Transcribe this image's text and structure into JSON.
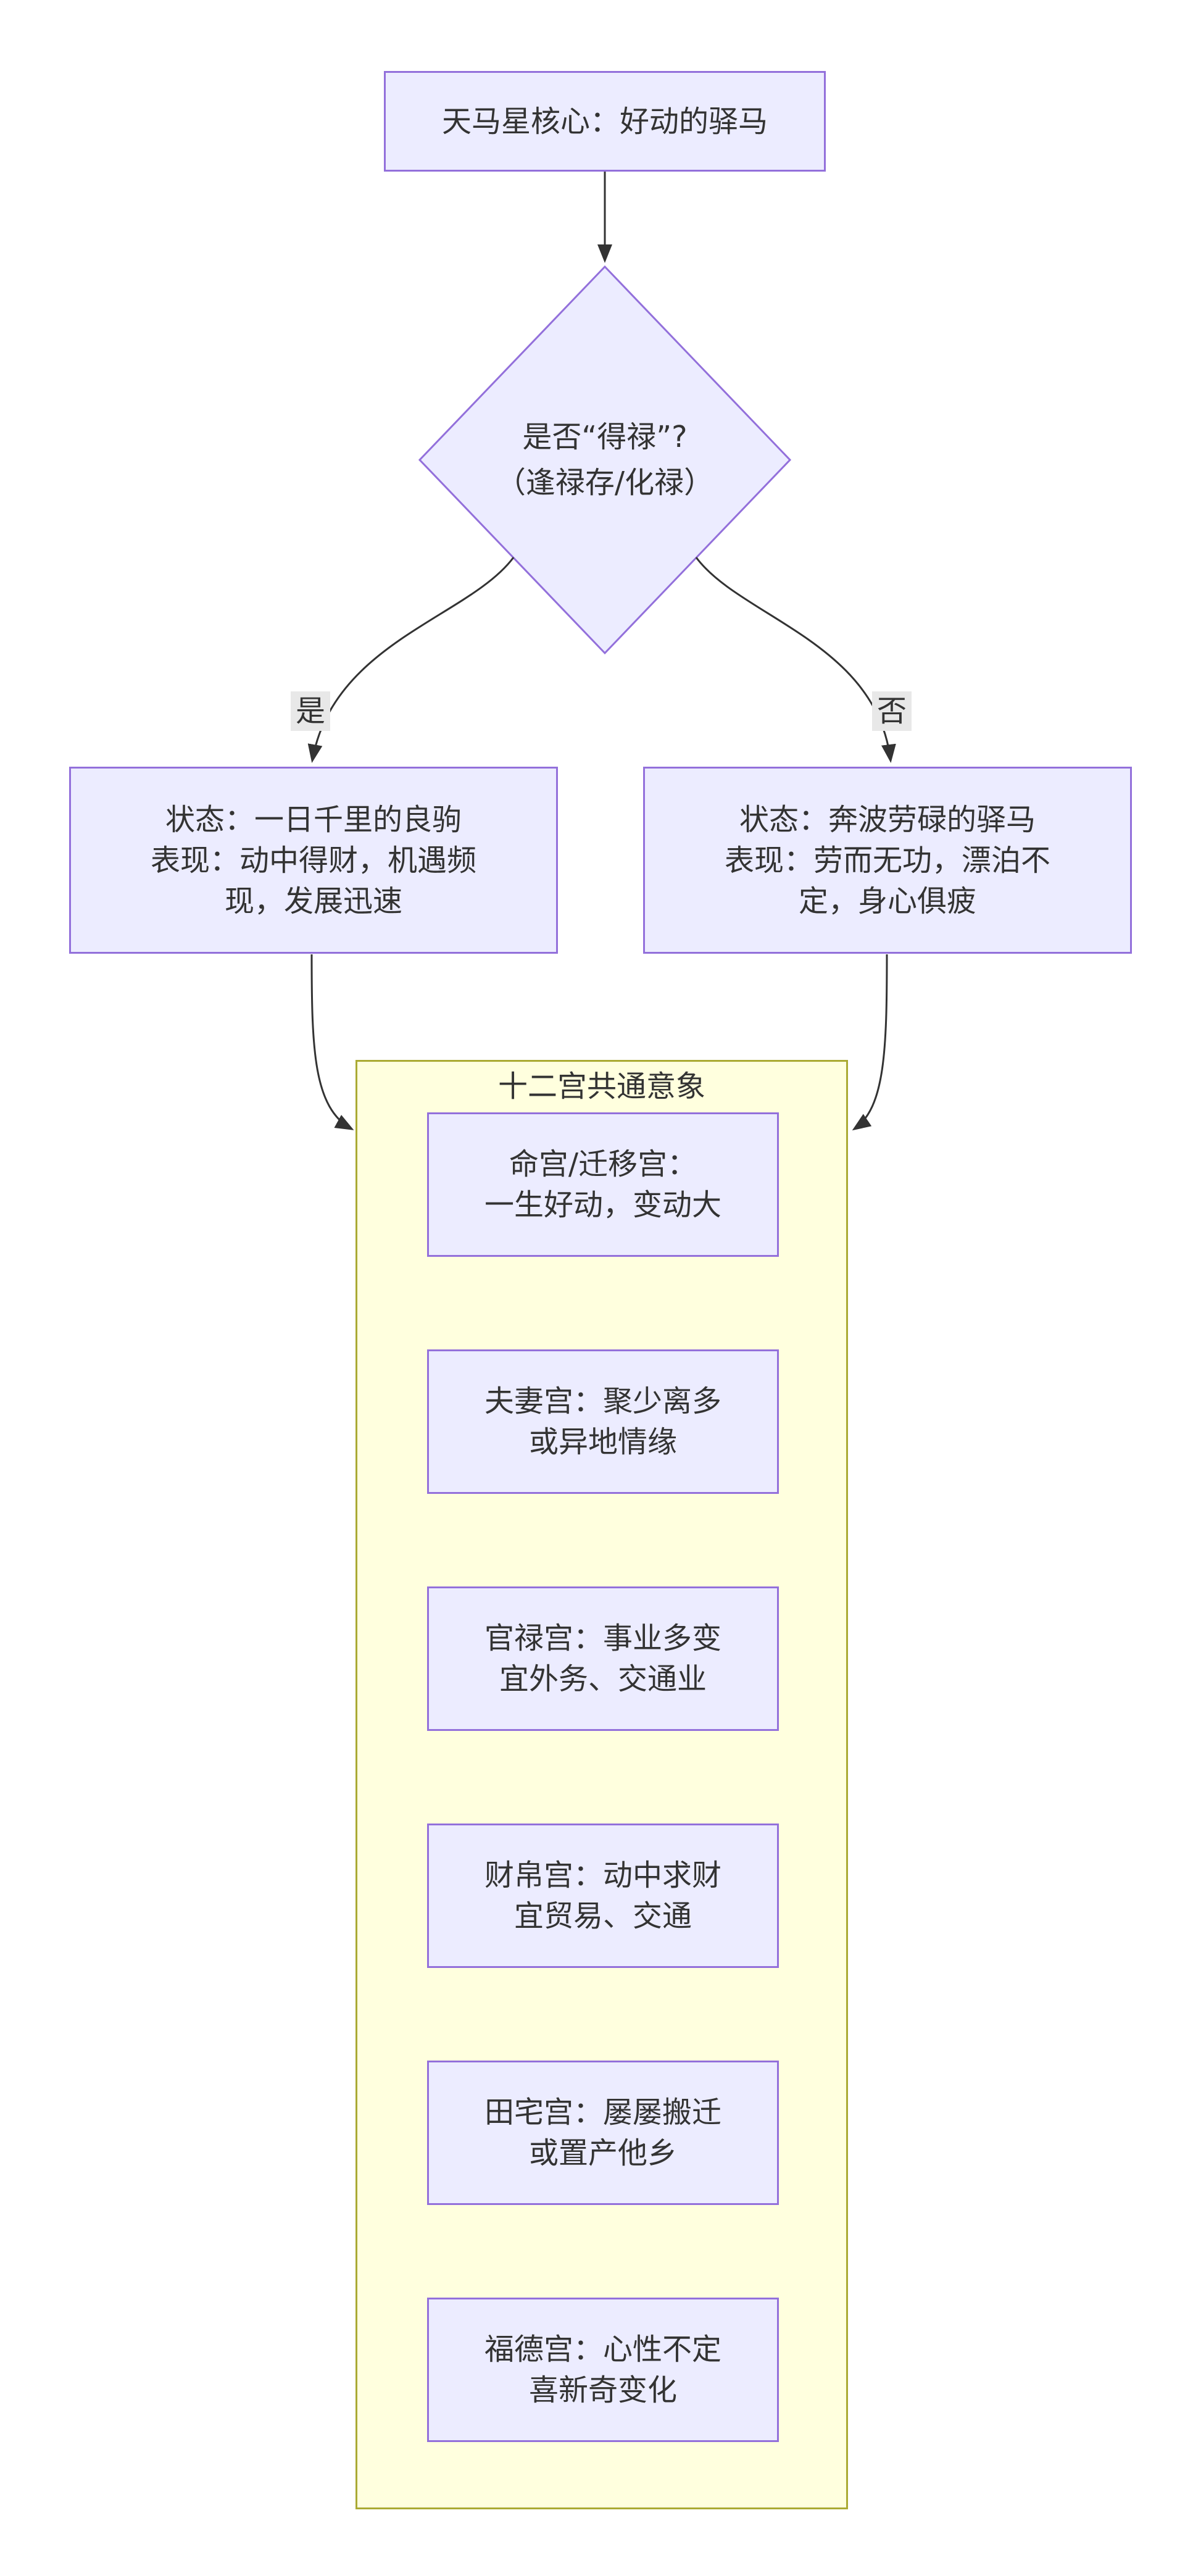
{
  "diagram": {
    "root": {
      "label": "天马星核心：好动的驿马"
    },
    "decision": {
      "line1": "是否“得禄”?",
      "line2": "（逢禄存/化禄）"
    },
    "edges": {
      "yes_label": "是",
      "no_label": "否"
    },
    "yes_box": {
      "line1": "状态：一日千里的良驹",
      "line2": "表现：动中得财，机遇频",
      "line3": "现，发展迅速"
    },
    "no_box": {
      "line1": "状态：奔波劳碌的驿马",
      "line2": "表现：劳而无功，漂泊不",
      "line3": "定，身心俱疲"
    },
    "subgraph": {
      "title": "十二宫共通意象",
      "palaces": [
        {
          "line1": "命宫/迁移宫：",
          "line2": "一生好动，变动大"
        },
        {
          "line1": "夫妻宫：聚少离多",
          "line2": "或异地情缘"
        },
        {
          "line1": "官禄宫：事业多变",
          "line2": "宜外务、交通业"
        },
        {
          "line1": "财帛宫：动中求财",
          "line2": "宜贸易、交通"
        },
        {
          "line1": "田宅宫：屡屡搬迁",
          "line2": "或置产他乡"
        },
        {
          "line1": "福德宫：心性不定",
          "line2": "喜新奇变化"
        }
      ]
    },
    "colors": {
      "node_fill": "#ECECFF",
      "node_border": "#9370DB",
      "cluster_fill": "#FFFFDE",
      "cluster_border": "#AAAA33",
      "edge": "#333333",
      "label_bg": "#E8E8E8",
      "text": "#333333"
    }
  }
}
